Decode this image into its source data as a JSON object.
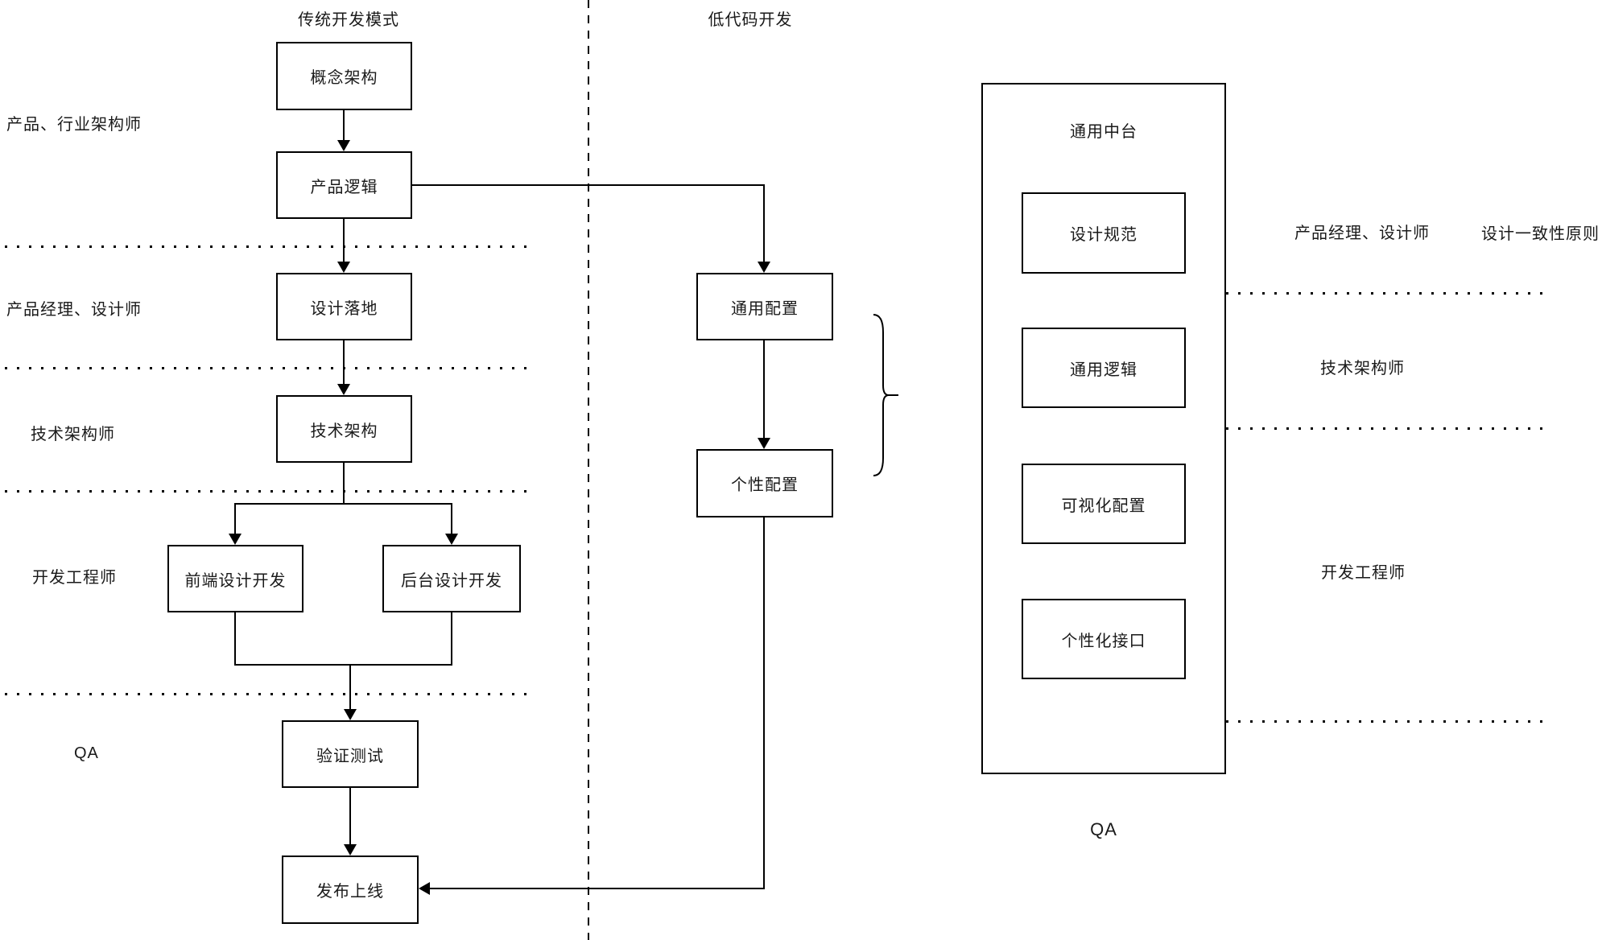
{
  "diagram": {
    "titles": {
      "traditional": "传统开发模式",
      "lowcode": "低代码开发"
    },
    "traditional_flow": {
      "concept": "概念架构",
      "product_logic": "产品逻辑",
      "design_landing": "设计落地",
      "tech_architecture": "技术架构",
      "frontend_dev": "前端设计开发",
      "backend_dev": "后台设计开发",
      "verify_test": "验证测试",
      "release": "发布上线"
    },
    "traditional_roles": {
      "product_industry_architect": "产品、行业架构师",
      "product_manager_designer": "产品经理、设计师",
      "tech_architect": "技术架构师",
      "dev_engineer": "开发工程师",
      "qa": "QA"
    },
    "lowcode_flow": {
      "general_config": "通用配置",
      "personal_config": "个性配置"
    },
    "platform": {
      "title": "通用中台",
      "design_spec": "设计规范",
      "general_logic": "通用逻辑",
      "visual_config": "可视化配置",
      "personal_api": "个性化接口"
    },
    "platform_roles": {
      "product_manager_designer": "产品经理、设计师",
      "design_consistency": "设计一致性原则",
      "tech_architect": "技术架构师",
      "dev_engineer": "开发工程师",
      "qa": "QA"
    },
    "colors": {
      "line": "#000000",
      "background": "#ffffff",
      "text": "#1a1a1a"
    }
  }
}
